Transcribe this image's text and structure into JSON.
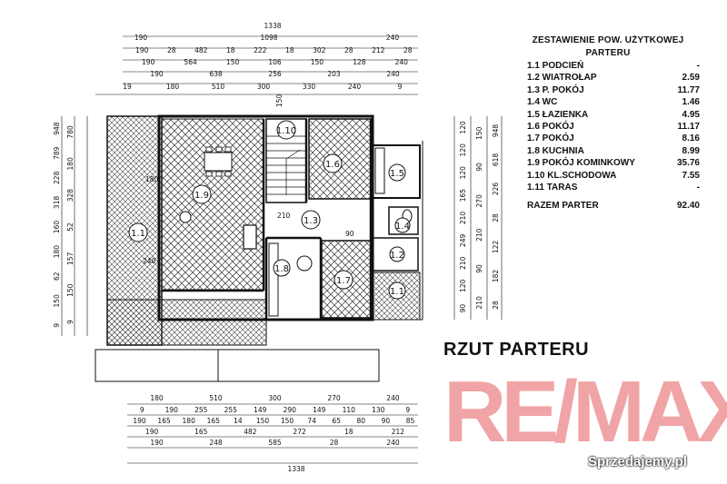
{
  "legend": {
    "title_line1": "ZESTAWIENIE POW. UŻYTKOWEJ",
    "title_line2": "PARTERU",
    "rooms": [
      {
        "label": "1.1 PODCIEŃ",
        "value": "-"
      },
      {
        "label": "1.2 WIATROŁAP",
        "value": "2.59"
      },
      {
        "label": "1.3 P. POKÓJ",
        "value": "11.77"
      },
      {
        "label": "1.4 WC",
        "value": "1.46"
      },
      {
        "label": "1.5 ŁAZIENKA",
        "value": "4.95"
      },
      {
        "label": "1.6 POKÓJ",
        "value": "11.17"
      },
      {
        "label": "1.7 POKÓJ",
        "value": "8.16"
      },
      {
        "label": "1.8 KUCHNIA",
        "value": "8.99"
      },
      {
        "label": "1.9 POKÓJ KOMINKOWY",
        "value": "35.76"
      },
      {
        "label": "1.10 KL.SCHODOWA",
        "value": "7.55"
      },
      {
        "label": "1.11 TARAS",
        "value": "-"
      }
    ],
    "total_label": "RAZEM PARTER",
    "total_value": "92.40"
  },
  "title": "RZUT PARTERU",
  "logo_text": "RE/MAX",
  "watermark": "Sprzedajemy.pl",
  "room_tags": {
    "r1_1a": "1.1",
    "r1_1b": "1.1",
    "r1_2": "1.2",
    "r1_3": "1.3",
    "r1_4": "1.4",
    "r1_5": "1.5",
    "r1_6": "1.6",
    "r1_7": "1.7",
    "r1_8": "1.8",
    "r1_9": "1.9",
    "r1_10": "1.10"
  },
  "dims": {
    "top_total": "1338",
    "top_r1": "1098",
    "top_r1_side_l": "190",
    "top_r1_side_r": "240",
    "top_r2": [
      "190",
      "28",
      "482",
      "18",
      "222",
      "18",
      "302",
      "28",
      "212",
      "28"
    ],
    "top_r3": [
      "190",
      "564",
      "150",
      "106",
      "150",
      "128",
      "240"
    ],
    "top_r4": [
      "190",
      "638",
      "256",
      "203",
      "240"
    ],
    "top_r5": [
      "19",
      "180",
      "510",
      "300",
      "330",
      "240",
      "9"
    ],
    "bot_r1": [
      "180",
      "510",
      "300",
      "270",
      "240"
    ],
    "bot_r2": [
      "9",
      "190",
      "255",
      "255",
      "149",
      "290",
      "149",
      "110",
      "130",
      "9"
    ],
    "bot_r3": [
      "190",
      "165",
      "180",
      "165",
      "14",
      "150",
      "150",
      "74",
      "65",
      "80",
      "90",
      "85"
    ],
    "bot_r4": [
      "190",
      "165",
      "482",
      "272",
      "18",
      "212"
    ],
    "bot_r5": [
      "190",
      "248",
      "585",
      "28",
      "240"
    ],
    "bot_total": "1338",
    "left_r1": [
      "948",
      "789",
      "228",
      "318",
      "160",
      "180",
      "62",
      "150",
      "9"
    ],
    "left_r2": [
      "780",
      "180",
      "328",
      "52",
      "157",
      "150",
      "9"
    ],
    "right_r1": [
      "120",
      "120",
      "120",
      "165",
      "210",
      "249",
      "210",
      "120",
      "90"
    ],
    "right_r2": [
      "150",
      "90",
      "270",
      "210",
      "90",
      "210"
    ],
    "right_r3": [
      "948",
      "618",
      "226",
      "28",
      "122",
      "182",
      "28"
    ]
  },
  "notes": {
    "d180": "180",
    "d240": "240",
    "d150": "150",
    "d210": "210",
    "d90": "90"
  }
}
